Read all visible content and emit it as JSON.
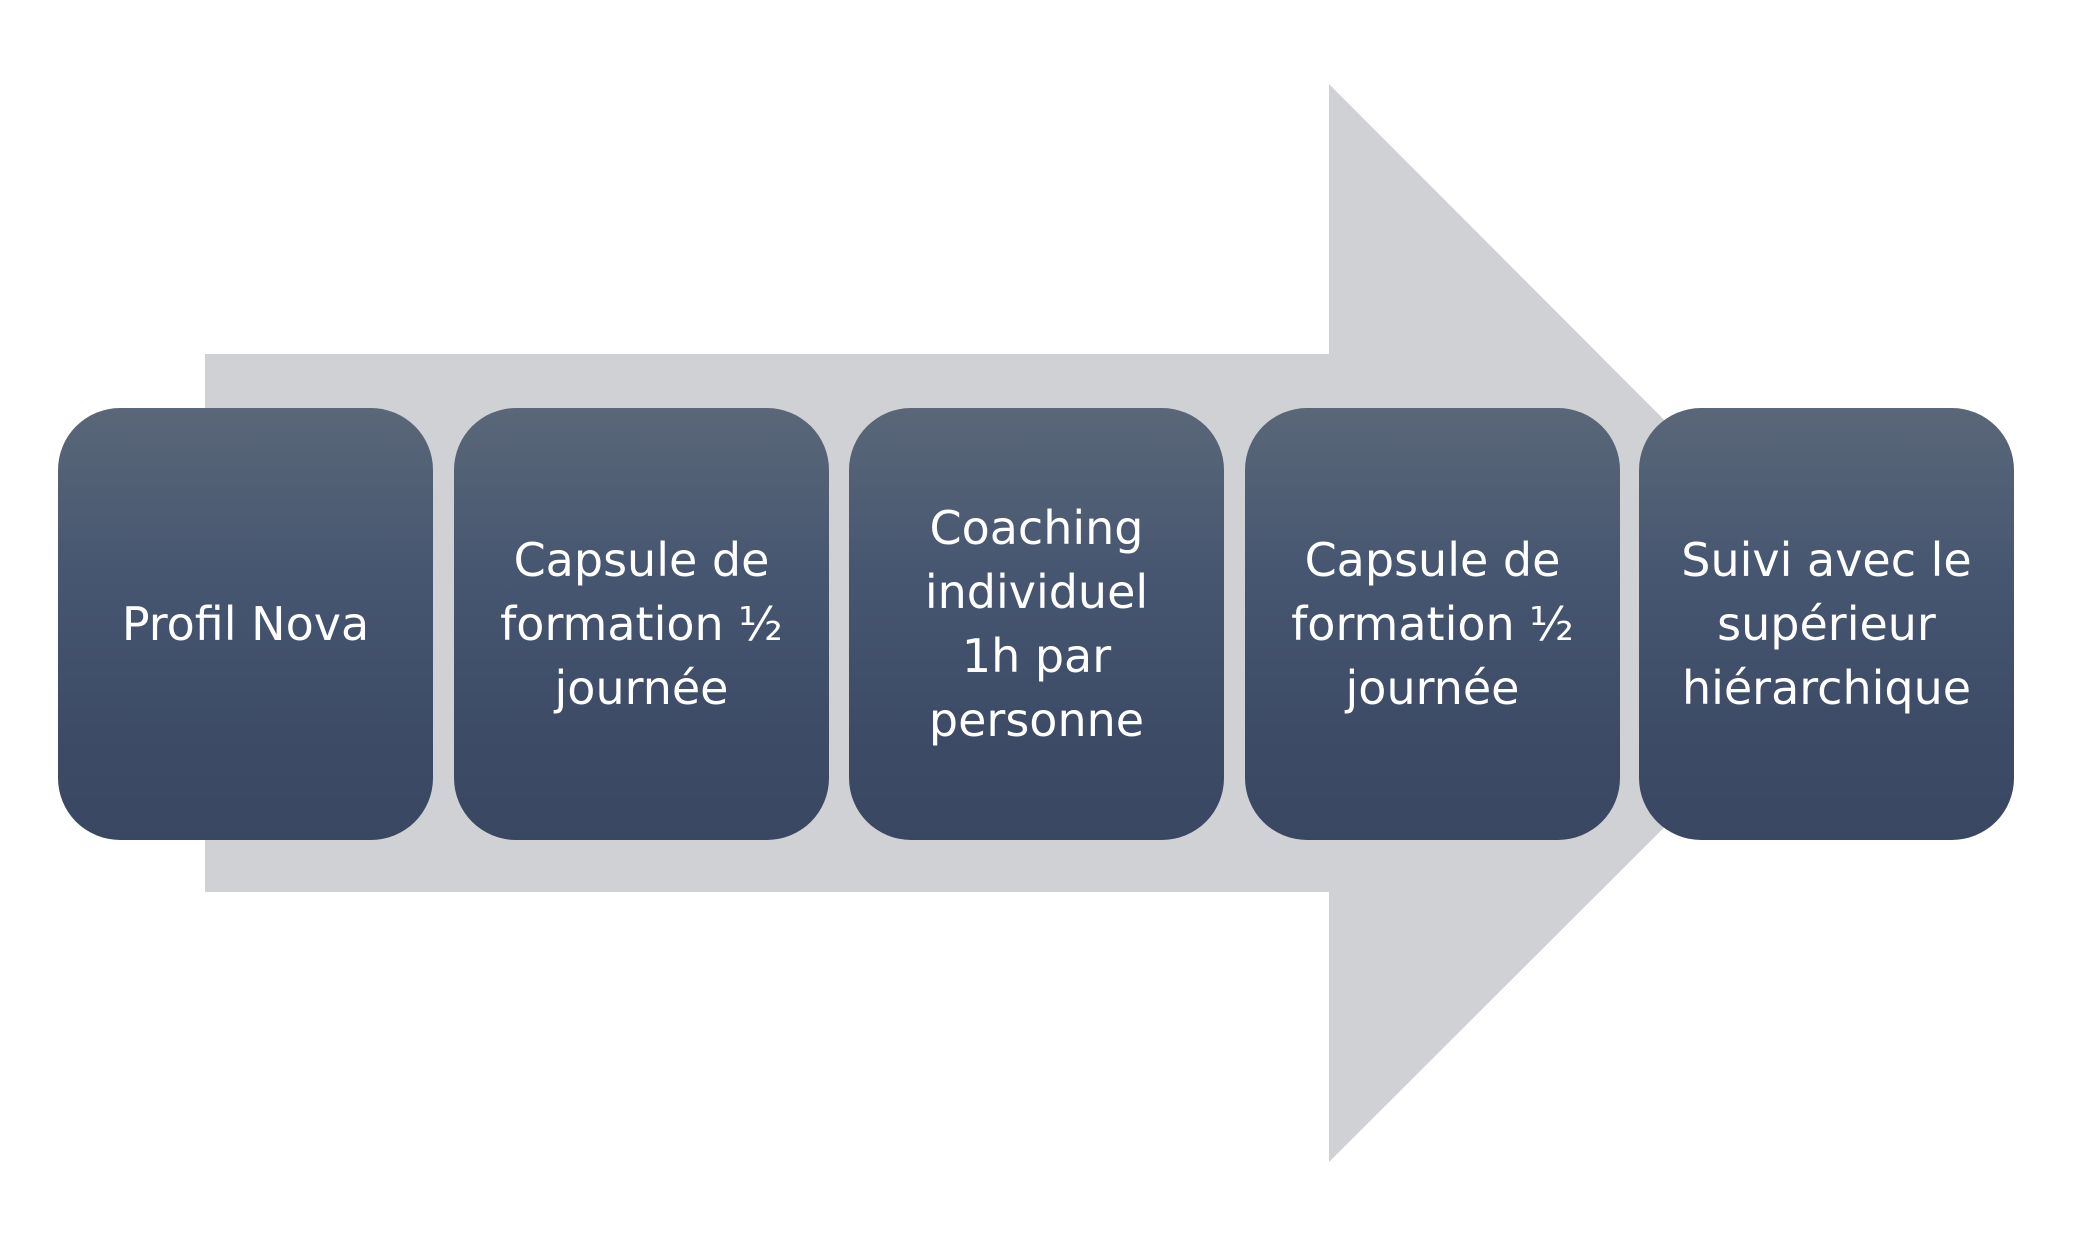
{
  "colors": {
    "arrow": "#d0d1d4",
    "box_top": "#5a6779",
    "box_bottom": "#3a4762",
    "text": "#ffffff"
  },
  "steps": [
    {
      "label": "Profil Nova"
    },
    {
      "label": "Capsule de\nformation ½\njournée"
    },
    {
      "label": "Coaching\nindividuel\n1h par\npersonne"
    },
    {
      "label": "Capsule de\nformation ½\njournée"
    },
    {
      "label": "Suivi avec le\nsupérieur\nhiérarchique"
    }
  ]
}
